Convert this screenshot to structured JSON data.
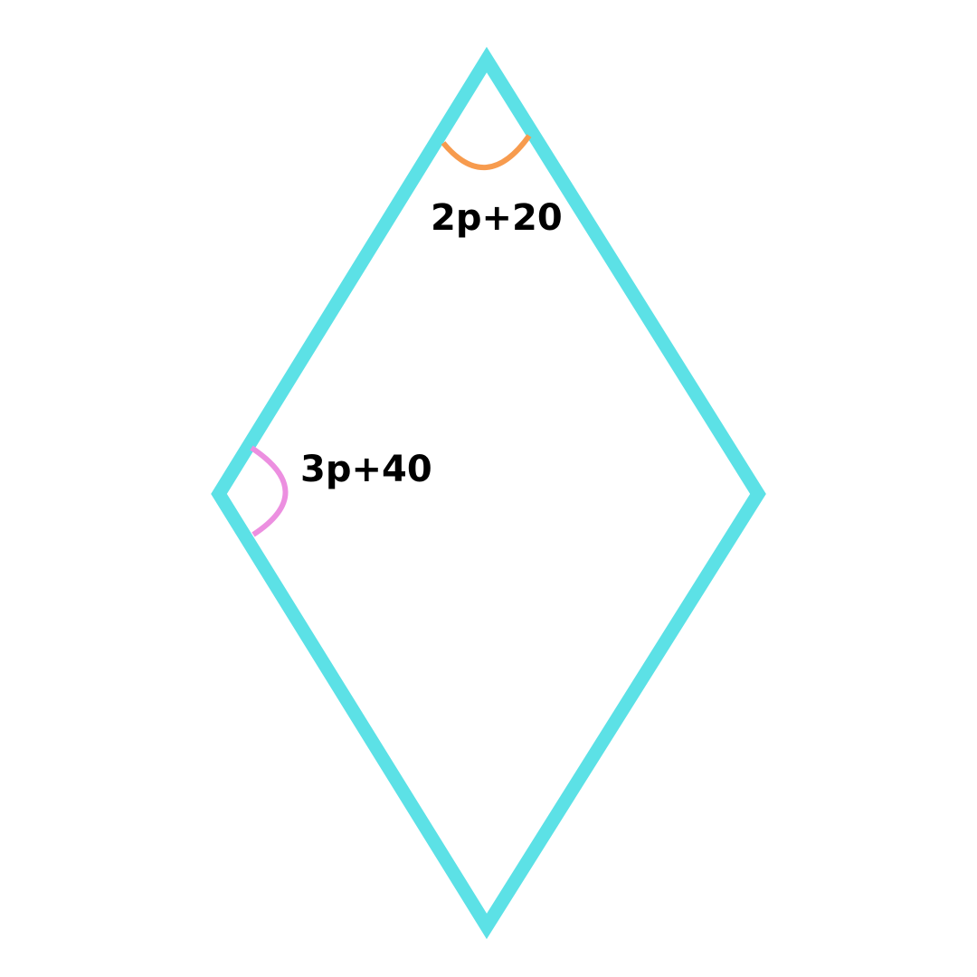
{
  "shape": {
    "type": "rhombus",
    "stroke_color": "#5ce1e6"
  },
  "angles": {
    "top": {
      "label": "2p+20",
      "arc_color": "#f79b4e"
    },
    "left": {
      "label": "3p+40",
      "arc_color": "#ec8fe0"
    }
  }
}
